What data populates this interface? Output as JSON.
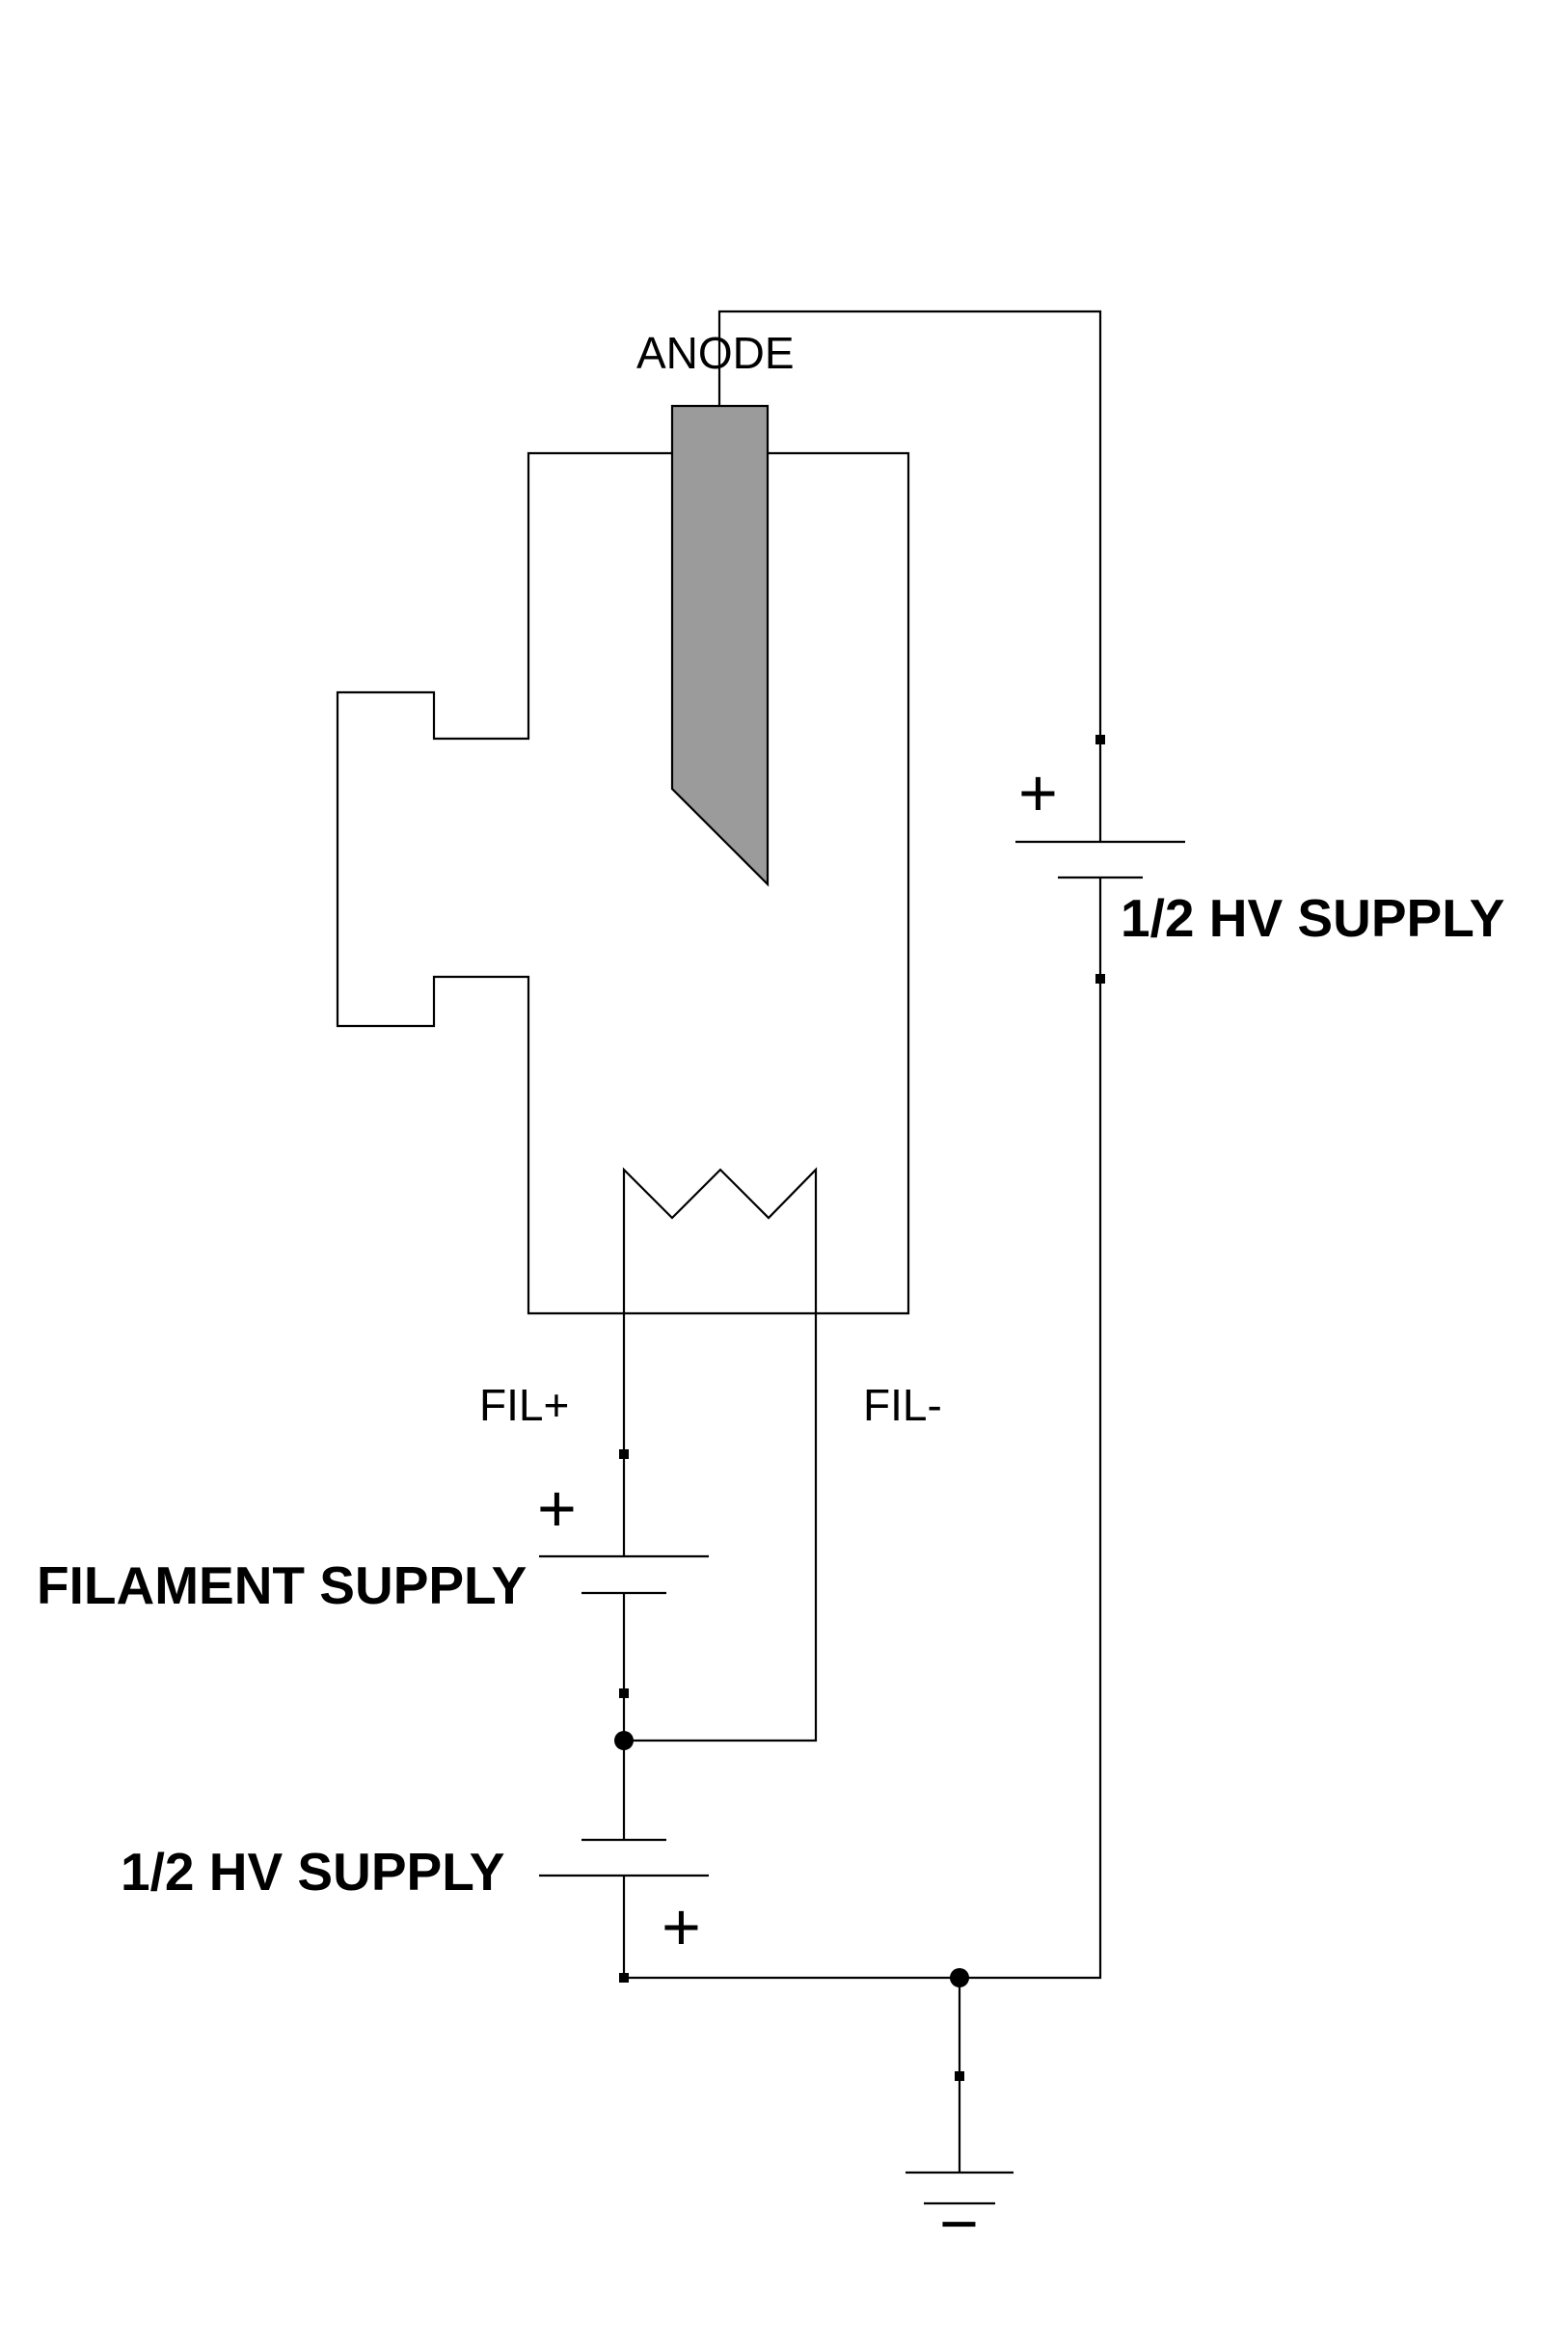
{
  "labels": {
    "anode": "ANODE",
    "fil_plus": "FIL+",
    "fil_minus": "FIL-",
    "hv_supply_top": "1/2 HV SUPPLY",
    "filament_supply": "FILAMENT SUPPLY",
    "hv_supply_bottom": "1/2 HV SUPPLY"
  },
  "signs": {
    "plus": "+",
    "minus": "−"
  },
  "colors": {
    "anode_fill": "#9b9b9b",
    "line": "#000000",
    "background": "#ffffff"
  }
}
